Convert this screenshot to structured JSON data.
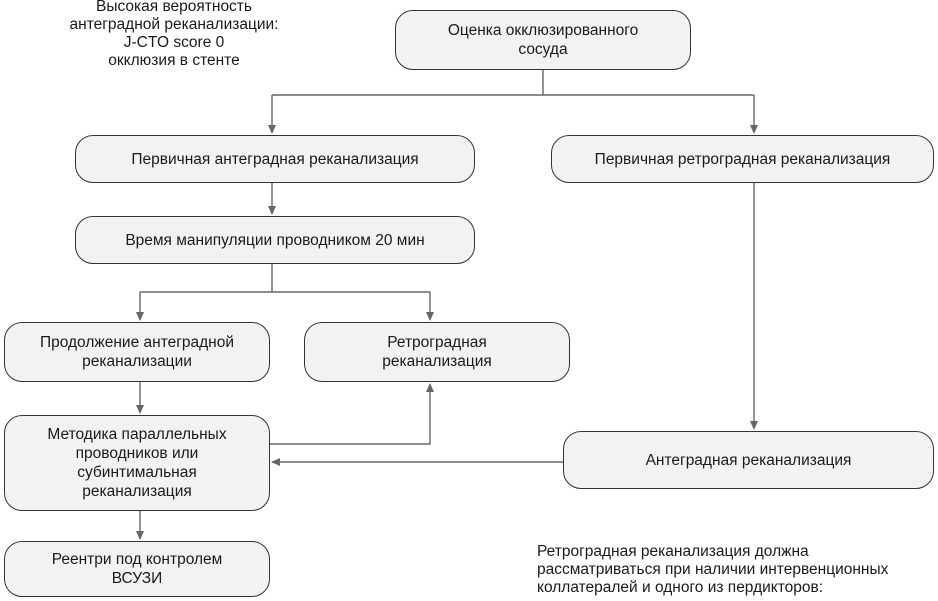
{
  "note_top": "Высокая вероятность\nантеградной реканализации:\nJ-CTO score 0\nокклюзия в стенте",
  "note_bottom": "Ретроградная реканализация должна\nрассматриваться при наличии интервенционных\nколлатералей и одного из пердикторов:",
  "nodes": {
    "assess": "Оценка окклюзированного\nсосуда",
    "antegrade_primary": "Первичная антеградная реканализация",
    "retrograde_primary": "Первичная ретроградная реканализация",
    "wire_time": "Время манипуляции проводником 20 мин",
    "continue_antegrade": "Продолжение антеградной\nреканализации",
    "retrograde": "Ретроградная\nреканализация",
    "parallel_wire": "Методика параллельных\nпроводников или\nсубинтимальная\nреканализация",
    "antegrade": "Антеградная реканализация",
    "reentry_ivus": "Реентри под контролем\nВСУЗИ"
  },
  "colors": {
    "node_fill": "#f2f2f2",
    "node_border": "#333333",
    "arrow": "#666666"
  }
}
